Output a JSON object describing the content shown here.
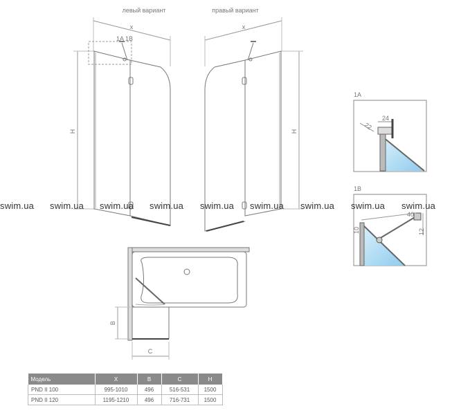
{
  "variants": {
    "left": "левый вариант",
    "right": "правый вариант"
  },
  "dims": {
    "x": "x",
    "h": "H",
    "b": "B",
    "c": "C"
  },
  "callouts": {
    "detail_ab": "1A  1B",
    "detail_a": "1A",
    "detail_b": "1B"
  },
  "detail_a_dims": {
    "d1": "22",
    "d2": "24"
  },
  "detail_b_dims": {
    "d1": "10",
    "d2": "12",
    "d3": "40"
  },
  "watermark": "swim.ua",
  "table": {
    "headers": [
      "Модель",
      "X",
      "B",
      "C",
      "H"
    ],
    "rows": [
      [
        "PND II 100",
        "995-1010",
        "496",
        "516-531",
        "1500"
      ],
      [
        "PND II 120",
        "1195-1210",
        "496",
        "716-731",
        "1500"
      ]
    ]
  },
  "colors": {
    "line": "#777777",
    "glass": "#a9d8f2",
    "header": "#8a8a8a"
  }
}
